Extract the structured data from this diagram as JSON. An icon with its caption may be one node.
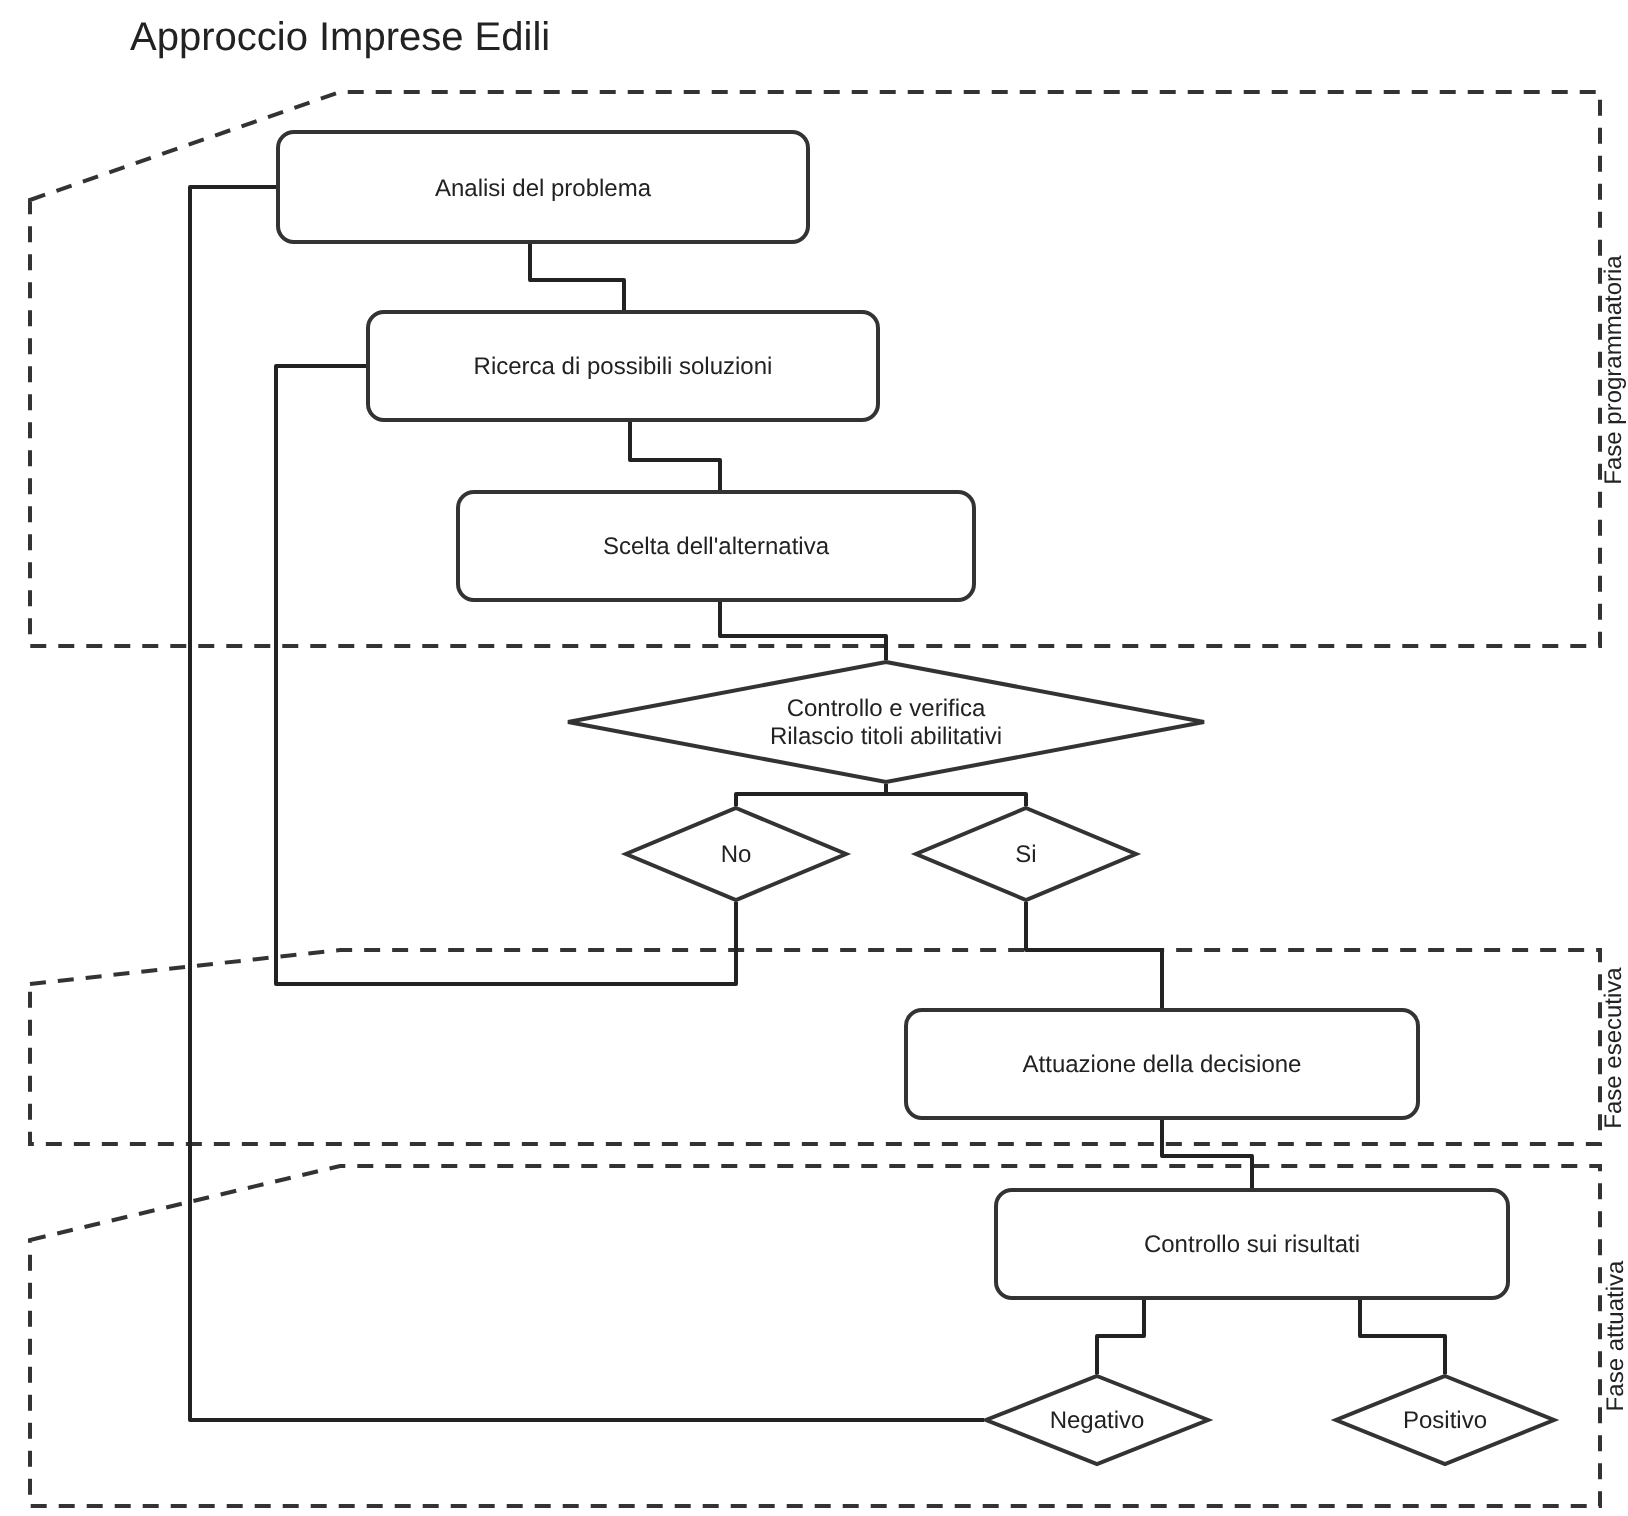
{
  "diagram": {
    "title": "Approccio Imprese Edili",
    "nodes": [
      {
        "text": [
          "Fase programmatoria"
        ]
      },
      {
        "text": [
          "Analisi del problema"
        ],
        "in": 0
      },
      {
        "text": [
          "Ricerca di possibili soluzioni"
        ],
        "in": 0
      },
      {
        "text": [
          "Scelta dell'alternativa"
        ],
        "in": 0
      },
      {
        "text": [
          "Controllo e verifica",
          "Rilascio titoli abilitativi"
        ]
      },
      {
        "text": [
          "No"
        ]
      },
      {
        "text": [
          "Si"
        ]
      },
      {
        "text": [
          "Fase esecutiva"
        ]
      },
      {
        "text": [
          "Attuazione della decisione"
        ],
        "in": 7
      },
      {
        "text": [
          "Fase attuativa"
        ]
      },
      {
        "text": [
          "Controllo sui risultati"
        ],
        "in": 9
      },
      {
        "text": [
          "Negativo"
        ],
        "in": 9
      },
      {
        "text": [
          "Positivo"
        ],
        "in": 9
      }
    ],
    "edges": [
      {
        "from": 1,
        "to": 2,
        "arrow": "none"
      },
      {
        "from": 2,
        "to": 3,
        "arrow": "none"
      },
      {
        "from": 3,
        "to": 4,
        "arrow": "none"
      },
      {
        "from": 4,
        "to": 5,
        "arrow": "none"
      },
      {
        "from": 4,
        "to": 6,
        "arrow": "none"
      },
      {
        "from": 5,
        "to": 2,
        "arrow": "none"
      },
      {
        "from": 6,
        "to": 8,
        "arrow": "none"
      },
      {
        "from": 8,
        "to": 10,
        "arrow": "none"
      },
      {
        "from": 10,
        "to": 11,
        "arrow": "none"
      },
      {
        "from": 10,
        "to": 12,
        "arrow": "none"
      },
      {
        "from": 11,
        "to": 1,
        "arrow": "none"
      }
    ]
  }
}
